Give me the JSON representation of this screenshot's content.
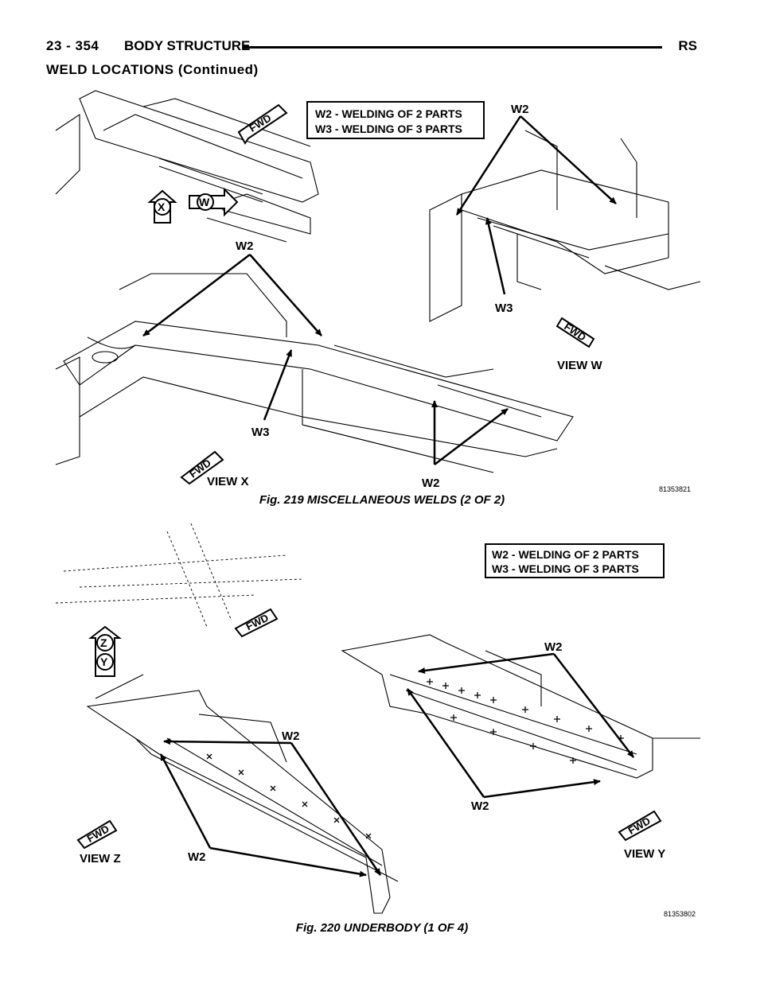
{
  "header": {
    "page_number": "23 - 354",
    "section": "BODY STRUCTURE",
    "code": "RS"
  },
  "subheading": "WELD LOCATIONS (Continued)",
  "figure219": {
    "legend_line1": "W2 - WELDING OF 2 PARTS",
    "legend_line2": "W3 - WELDING OF 3 PARTS",
    "fwd_label": "FWD",
    "view_x_label": "VIEW X",
    "view_w_label": "VIEW W",
    "marker_x": "X",
    "marker_w": "W",
    "w2": "W2",
    "w3": "W3",
    "image_id": "81353821",
    "caption": "Fig. 219 MISCELLANEOUS WELDS (2 OF 2)"
  },
  "figure220": {
    "legend_line1": "W2 - WELDING OF 2 PARTS",
    "legend_line2": "W3 - WELDING OF 3 PARTS",
    "fwd_label": "FWD",
    "view_z_label": "VIEW Z",
    "view_y_label": "VIEW Y",
    "marker_z": "Z",
    "marker_y": "Y",
    "w2": "W2",
    "image_id": "81353802",
    "caption": "Fig. 220 UNDERBODY (1 OF 4)"
  }
}
